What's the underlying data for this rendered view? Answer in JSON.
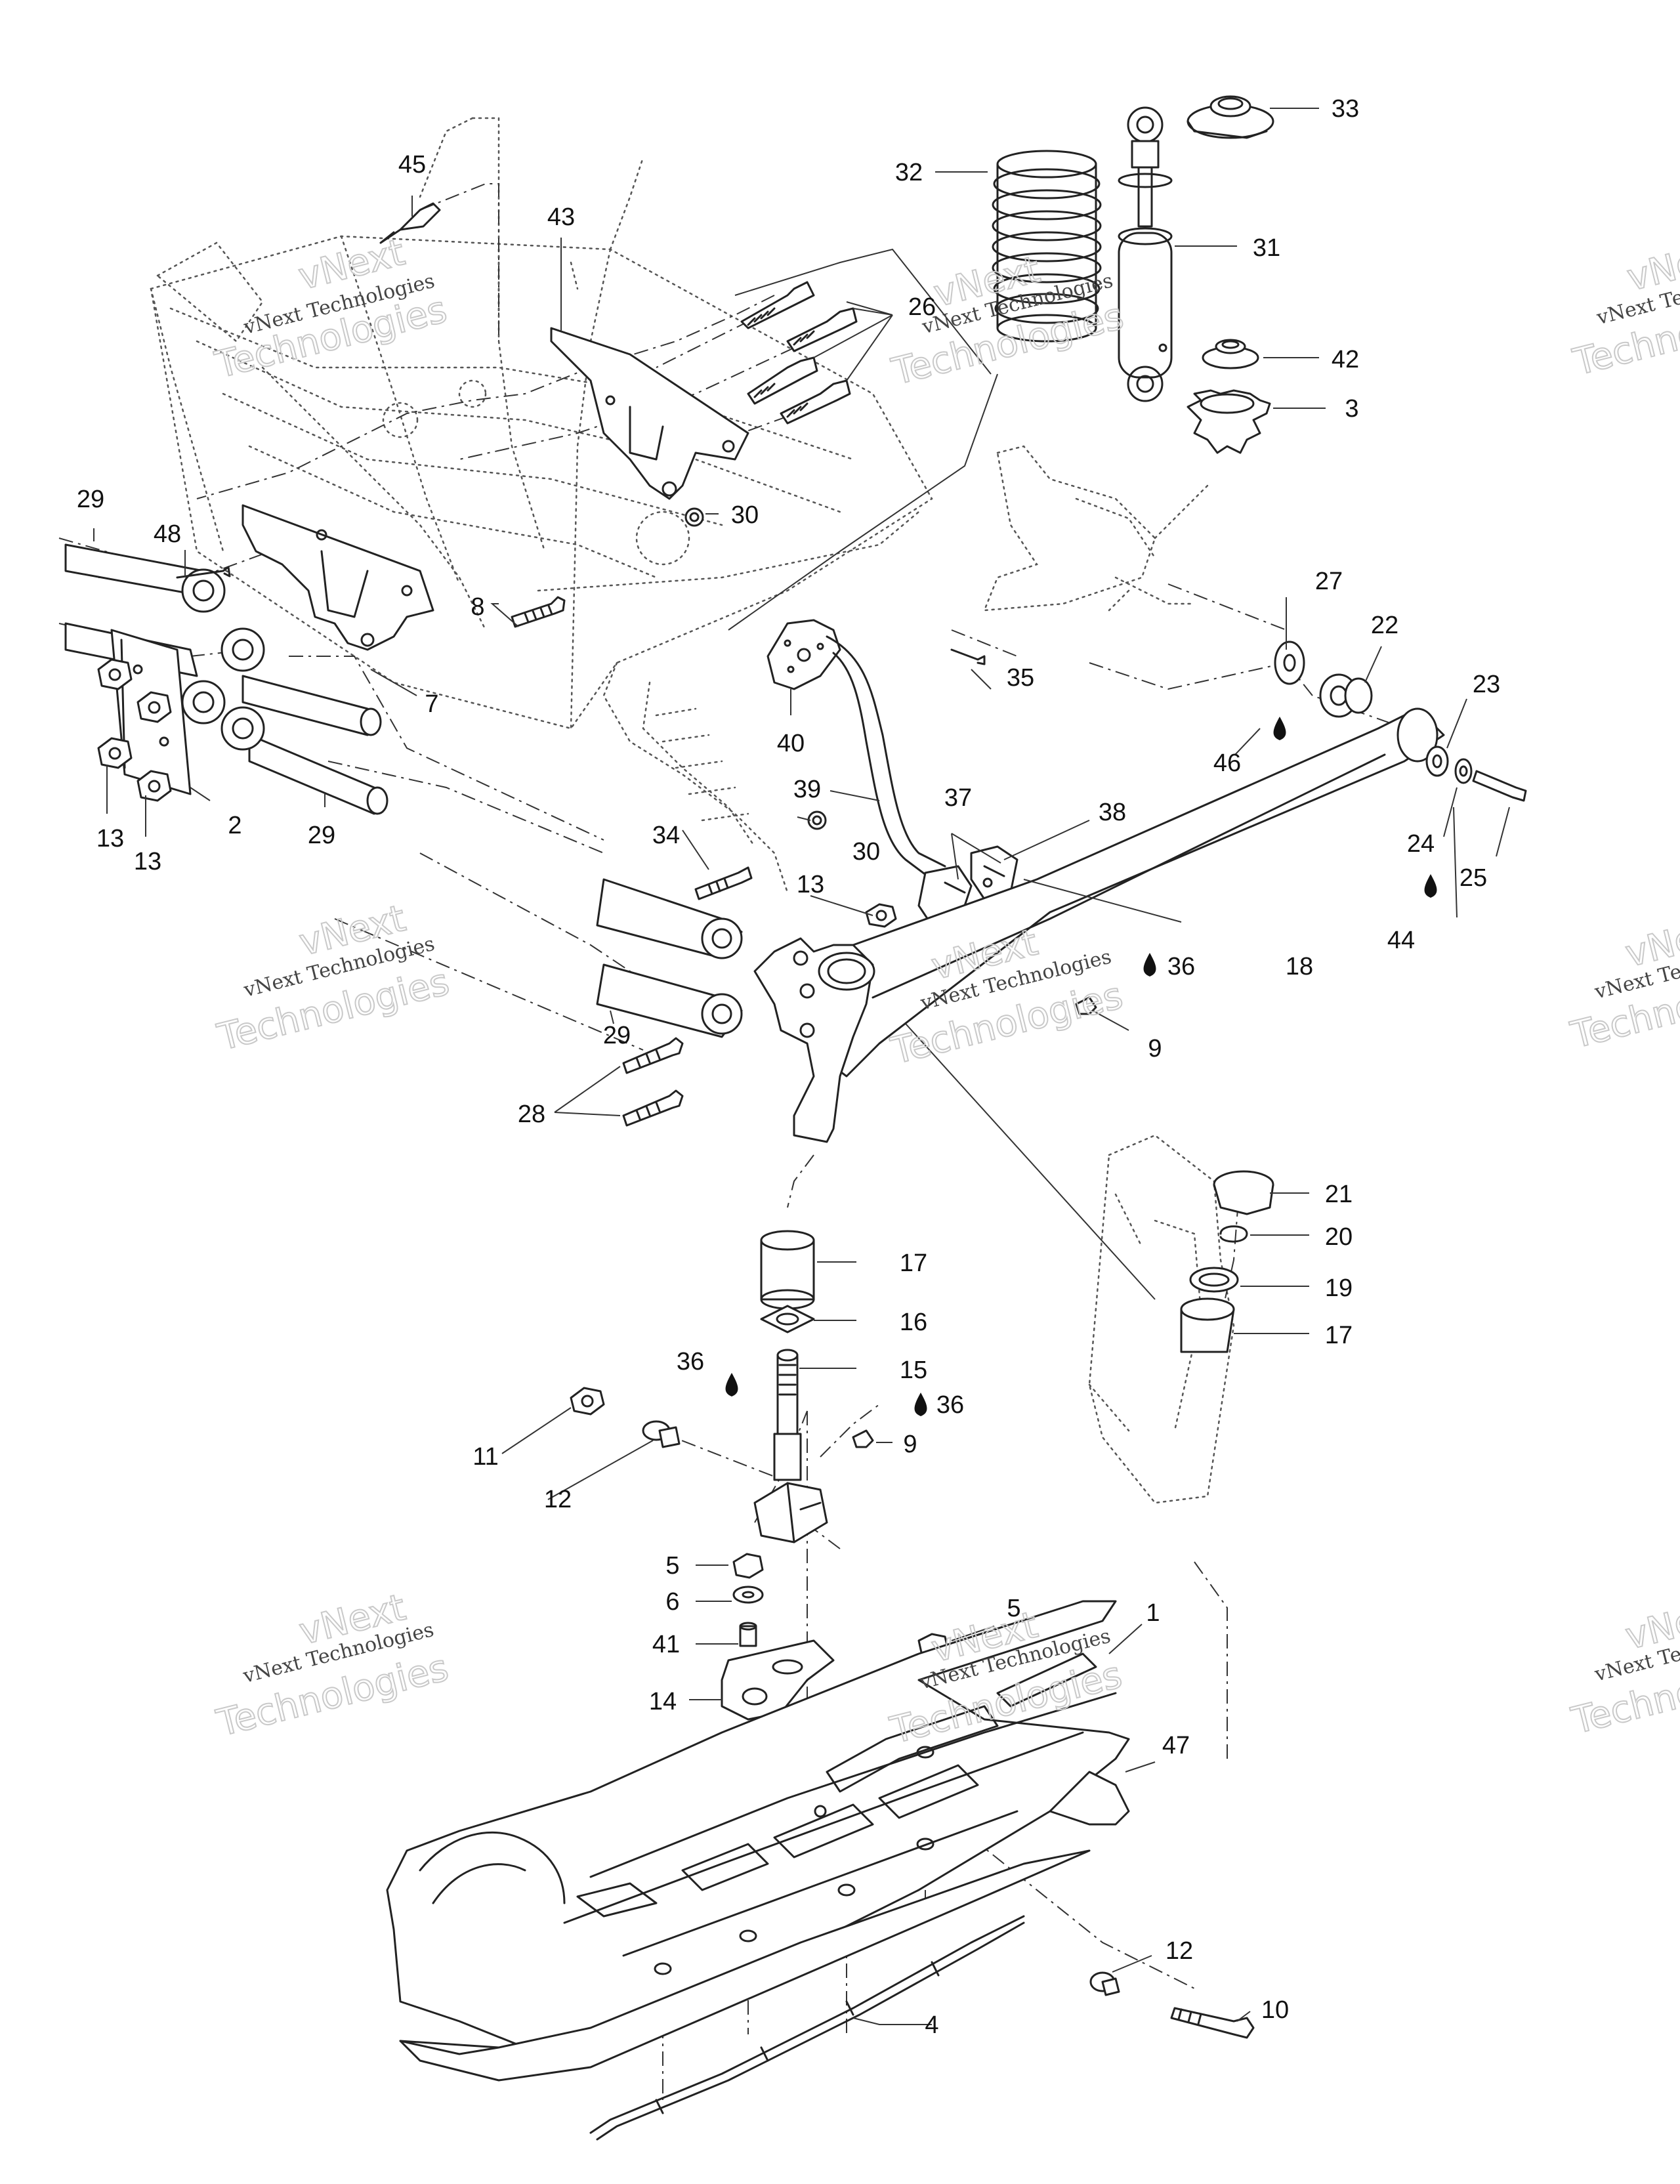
{
  "watermark": {
    "line1": "vNext Technologies",
    "line2": "Technologies",
    "line3": "vNext"
  },
  "callouts": {
    "c1": "1",
    "c2": "2",
    "c3": "3",
    "c4": "4",
    "c5a": "5",
    "c5b": "5",
    "c6": "6",
    "c7": "7",
    "c8": "8",
    "c9a": "9",
    "c9b": "9",
    "c10": "10",
    "c11": "11",
    "c12a": "12",
    "c12b": "12",
    "c13a": "13",
    "c13b": "13",
    "c13c": "13",
    "c14": "14",
    "c15": "15",
    "c16": "16",
    "c17a": "17",
    "c17b": "17",
    "c18": "18",
    "c19": "19",
    "c20": "20",
    "c21": "21",
    "c22": "22",
    "c23": "23",
    "c24": "24",
    "c25": "25",
    "c26": "26",
    "c27": "27",
    "c28": "28",
    "c29a": "29",
    "c29b": "29",
    "c29c": "29",
    "c30a": "30",
    "c30b": "30",
    "c31": "31",
    "c32": "32",
    "c33": "33",
    "c34": "34",
    "c35": "35",
    "c36a": "36",
    "c36b": "36",
    "c36c": "36",
    "c37": "37",
    "c38": "38",
    "c39": "39",
    "c40": "40",
    "c41": "41",
    "c42": "42",
    "c43": "43",
    "c44": "44",
    "c45": "45",
    "c46": "46",
    "c47": "47",
    "c48": "48"
  }
}
